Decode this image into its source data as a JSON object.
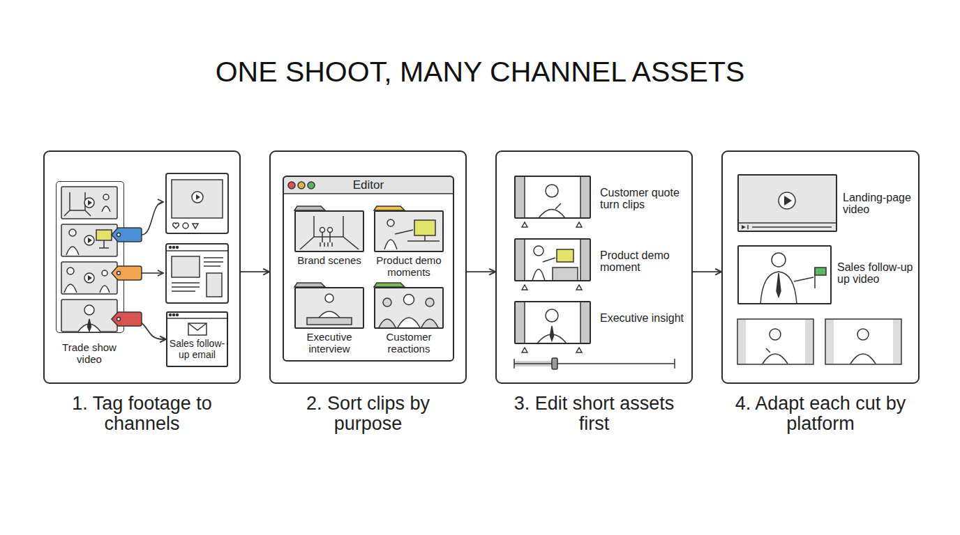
{
  "diagram": {
    "title": "ONE SHOOT, MANY CHANNEL ASSETS",
    "nodes": [
      {
        "text": [
          "1. Tag footage to channels"
        ]
      },
      {
        "text": [
          "Trade show video"
        ],
        "in": 0
      },
      {
        "text": [
          "Sales follow-up email"
        ],
        "in": 0
      },
      {
        "text": [
          "2. Sort clips by purpose"
        ]
      },
      {
        "text": [
          "Editor"
        ],
        "in": 3
      },
      {
        "text": [
          "Brand scenes"
        ],
        "in": 4
      },
      {
        "text": [
          "Product demo moments"
        ],
        "in": 4
      },
      {
        "text": [
          "Executive interview"
        ],
        "in": 4
      },
      {
        "text": [
          "Customer reactions"
        ],
        "in": 4
      },
      {
        "text": [
          "3. Edit short assets first"
        ]
      },
      {
        "text": [
          "Customer quote turn clips"
        ],
        "in": 9
      },
      {
        "text": [
          "Product demo moment"
        ],
        "in": 9
      },
      {
        "text": [
          "Executive insight"
        ],
        "in": 9
      },
      {
        "text": [
          "4. Adapt each cut by platform"
        ]
      },
      {
        "text": [
          "Landing-page video"
        ],
        "in": 13
      },
      {
        "text": [
          "Sales follow-up up video"
        ],
        "in": 13
      }
    ],
    "edges": [
      {
        "from": 0,
        "to": 3,
        "arrow": "to"
      },
      {
        "from": 3,
        "to": 9,
        "arrow": "to"
      },
      {
        "from": 9,
        "to": 13,
        "arrow": "to"
      },
      {
        "from": 1,
        "to": 2,
        "arrow": "to"
      }
    ]
  }
}
